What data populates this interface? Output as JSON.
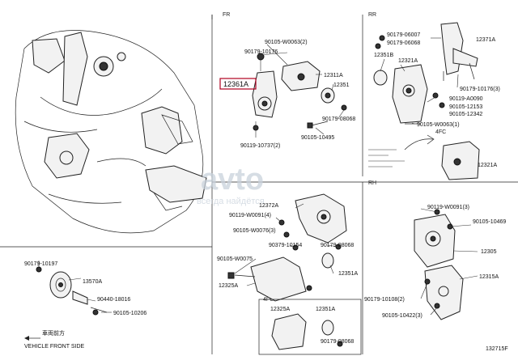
{
  "sections": {
    "fr": "FR",
    "rr": "RR",
    "rh": "RH",
    "fourfc_rr": "4FC",
    "fourfc_rh": "4FC"
  },
  "labels": {
    "p_90105_w0063_2": "90105-W0063(2)",
    "p_90179_10176": "90179-10176",
    "p_12311a": "12311A",
    "p_12351": "12351",
    "p_12361a": "12361A",
    "p_90179_08068": "90179-08068",
    "p_90105_10495": "90105-10495",
    "p_90119_10737_2": "90119-10737(2)",
    "p_90179_06007": "90179-06007",
    "p_90179_06068": "90179-06068",
    "p_12371a": "12371A",
    "p_12351b": "12351B",
    "p_12321a_top": "12321A",
    "p_90179_10176_3": "90179-10176(3)",
    "p_90119_a0090": "90119-A0090",
    "p_90105_12153": "90105-12153",
    "p_90105_12342": "90105-12342",
    "p_90105_w0063_1": "90105-W0063(1)",
    "p_12321a_bottom": "12321A",
    "p_90119_w0091_3_right": "90119-W0091(3)",
    "p_90105_10469": "90105-10469",
    "p_12305": "12305",
    "p_12315a": "12315A",
    "p_90179_10108_2": "90179-10108(2)",
    "p_90105_10422_3": "90105-10422(3)",
    "p_12372a": "12372A",
    "p_90119_w0091_4": "90119-W0091(4)",
    "p_90105_w0076_3": "90105-W0076(3)",
    "p_90379_10154": "90379-10154",
    "p_90179_08068_b": "90179-08068",
    "p_90105_w0075": "90105-W0075",
    "p_12351a": "12351A",
    "p_12325a_left": "12325A",
    "p_12325a_box": "12325A",
    "p_12351a_box": "12351A",
    "p_90179_08068_box": "90179-08068",
    "p_90179_10197": "90179-10197",
    "p_13570a": "13570A",
    "p_90440_18016": "90440-18016",
    "p_90105_10206": "90105-10206"
  },
  "legend": {
    "line1": "車両前方",
    "line2": "VEHICLE FRONT SIDE"
  },
  "diagram_id": "132715F",
  "watermark": {
    "brand": "avto",
    "tagline": "всегда найдётся"
  }
}
